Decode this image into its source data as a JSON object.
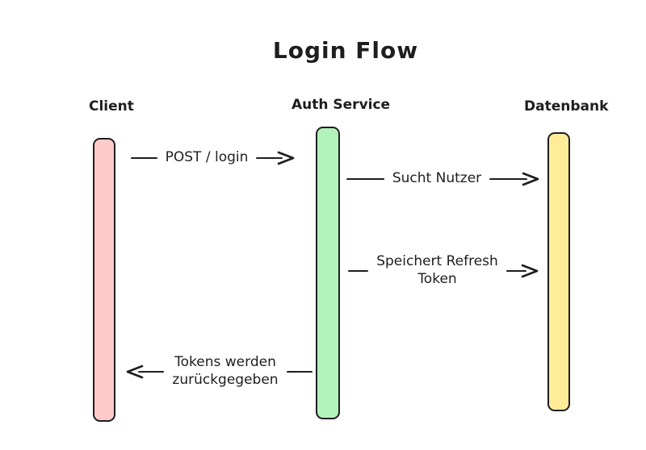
{
  "title": "Login Flow",
  "background": "#ffffff",
  "stroke_color": "#1e1e1e",
  "actors": [
    {
      "label": "Client",
      "bar_color": "#ffc9c9"
    },
    {
      "label": "Auth Service",
      "bar_color": "#b2f2bb"
    },
    {
      "label": "Datenbank",
      "bar_color": "#ffec99"
    }
  ],
  "messages": [
    {
      "from": "Client",
      "to": "Auth Service",
      "direction": "right",
      "label": "POST / login"
    },
    {
      "from": "Auth Service",
      "to": "Datenbank",
      "direction": "right",
      "label": "Sucht Nutzer"
    },
    {
      "from": "Auth Service",
      "to": "Datenbank",
      "direction": "right",
      "label": "Speichert Refresh Token",
      "label_lines": [
        "Speichert Refresh",
        "Token"
      ]
    },
    {
      "from": "Auth Service",
      "to": "Client",
      "direction": "left",
      "label": "Tokens werden zurückgegeben",
      "label_lines": [
        "Tokens werden",
        "zurückgegeben"
      ]
    }
  ]
}
